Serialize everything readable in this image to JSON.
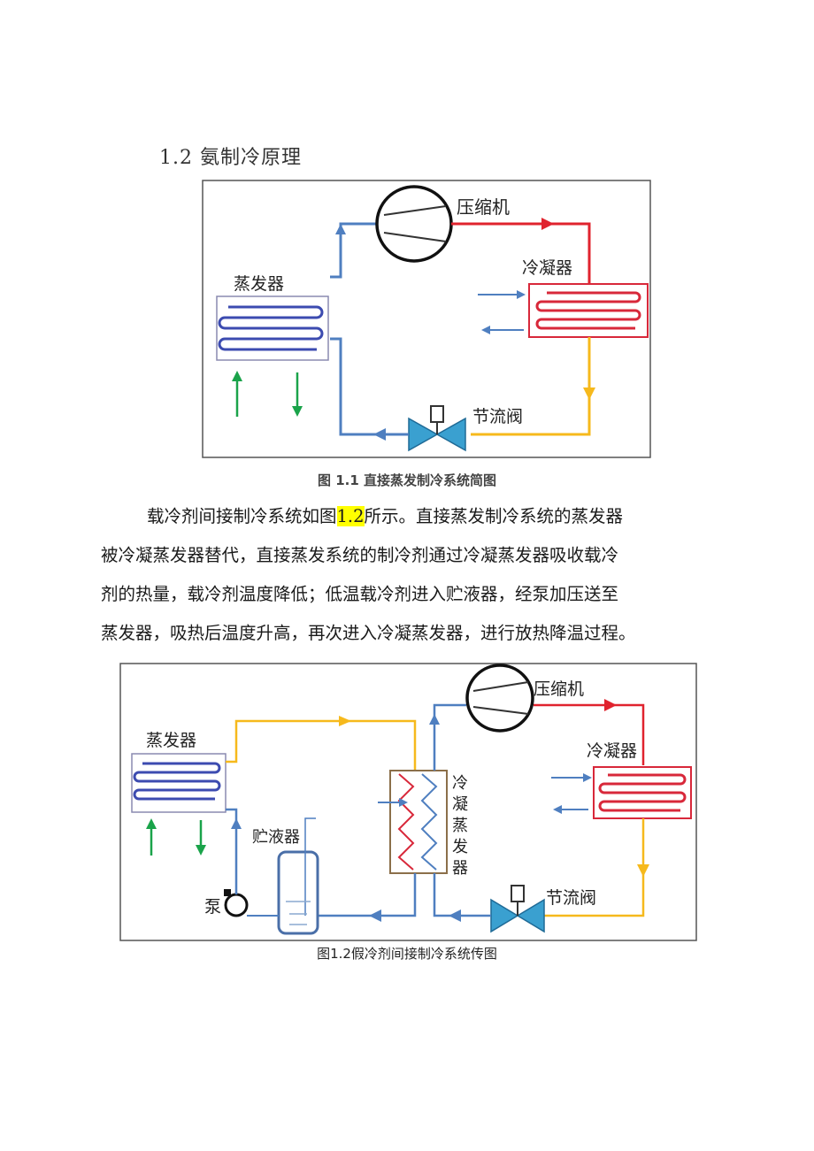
{
  "heading": "1.2 氨制冷原理",
  "figure1": {
    "labels": {
      "compressor": "压缩机",
      "condenser": "冷凝器",
      "evaporator": "蒸发器",
      "throttle": "节流阀"
    },
    "caption": "图 1.1 直接蒸发制冷系统简图"
  },
  "paragraph": {
    "line1_before": "载冷剂间接制冷系统如图",
    "line1_highlight": "1.2",
    "line1_after": "所示。直接蒸发制冷系统的蒸发器",
    "line2": "被冷凝蒸发器替代，直接蒸发系统的制冷剂通过冷凝蒸发器吸收载冷",
    "line3": "剂的热量，载冷剂温度降低；低温载冷剂进入贮液器，经泵加压送至",
    "line4": "蒸发器，吸热后温度升高，再次进入冷凝蒸发器，进行放热降温过程。"
  },
  "figure2": {
    "labels": {
      "compressor": "压缩机",
      "condenser": "冷凝器",
      "evaporator": "蒸发器",
      "throttle": "节流阀",
      "receiver": "贮液器",
      "pump": "泵",
      "cond_evap_1": "冷",
      "cond_evap_2": "凝",
      "cond_evap_3": "蒸",
      "cond_evap_4": "发",
      "cond_evap_5": "器"
    },
    "caption": "图1.2假冷剂间接制冷系统传图"
  },
  "colors": {
    "blue_line": "#4f7fc0",
    "red_line": "#e0232e",
    "yellow_line": "#f6b91c",
    "green_arrow": "#1aa34a",
    "coil_blue": "#3c4bb0",
    "coil_red": "#d8283a",
    "valve": "#3aa0d0"
  }
}
